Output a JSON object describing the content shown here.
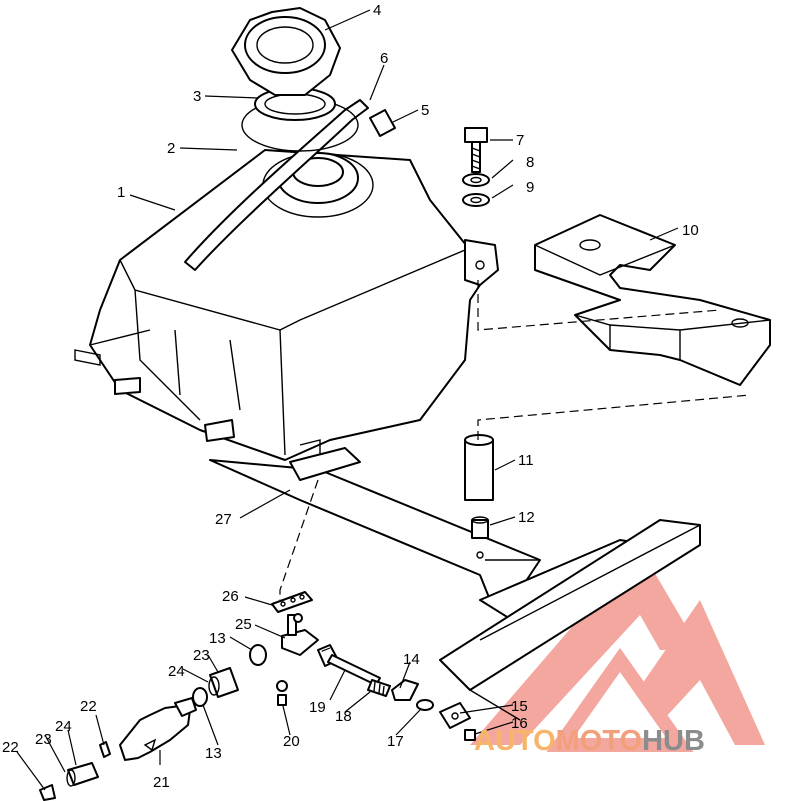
{
  "callouts": [
    "1",
    "2",
    "3",
    "4",
    "5",
    "6",
    "7",
    "8",
    "9",
    "10",
    "11",
    "12",
    "13",
    "14",
    "15",
    "16",
    "17",
    "18",
    "19",
    "20",
    "21",
    "22",
    "23",
    "24",
    "25",
    "26",
    "27"
  ],
  "callouts_repeat": {
    "c13b": "13",
    "c22b": "22",
    "c23b": "23",
    "c24b": "24"
  },
  "watermark": {
    "part1": "AUTO",
    "part2": "MOTO",
    "part3": "HUB",
    "color_accent": "#f2a07c",
    "color_grey": "#8c8c8c",
    "color_orange": "#f6b56a"
  }
}
